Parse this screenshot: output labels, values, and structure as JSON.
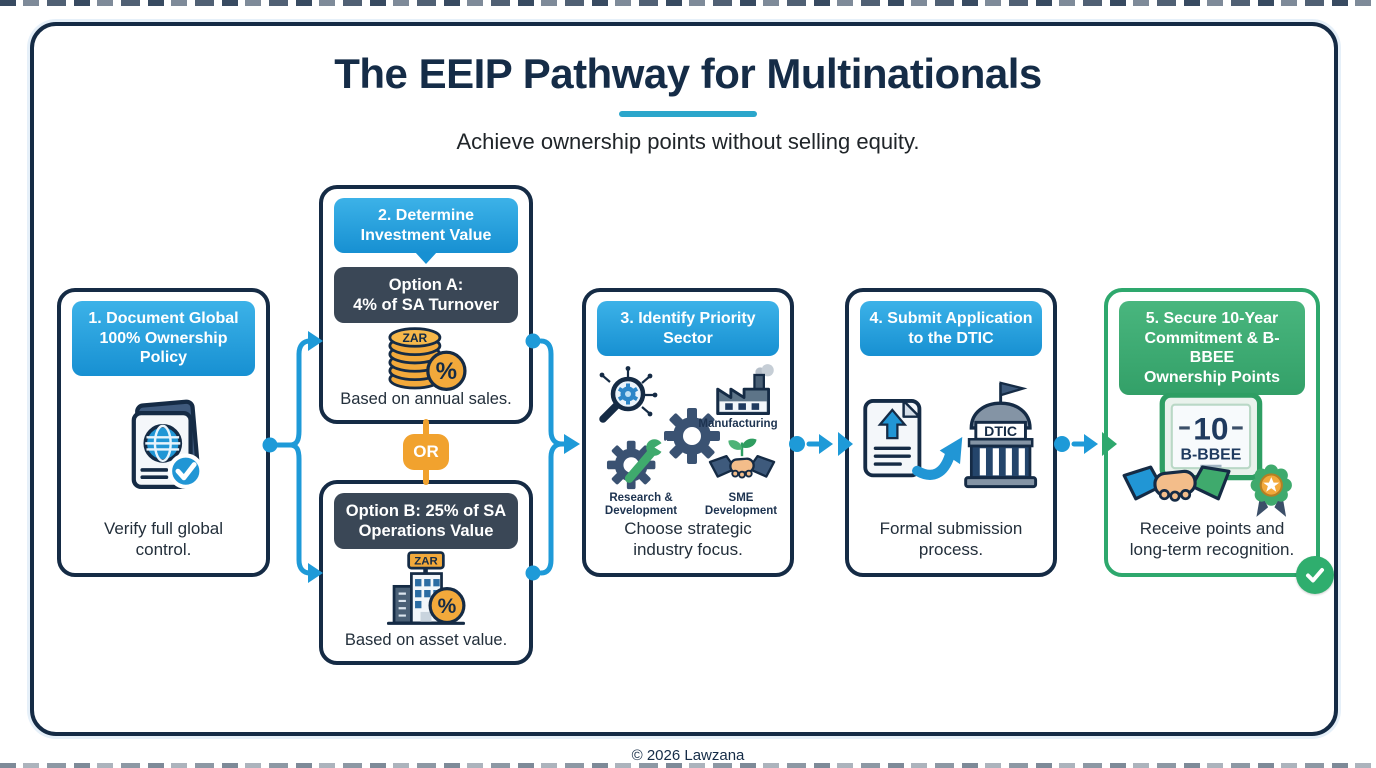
{
  "page": {
    "title": "The EEIP Pathway for Multinationals",
    "subtitle": "Achieve ownership points without selling equity.",
    "footer": "© 2026 Lawzana"
  },
  "colors": {
    "navy": "#152b45",
    "blue": "#1e9ad8",
    "slate": "#3a4756",
    "orange": "#f1a22e",
    "green": "#2ea86d",
    "gold": "#f2a93b"
  },
  "steps": {
    "step1": {
      "title_lines": [
        "1. Document Global",
        "100% Ownership Policy"
      ],
      "caption": "Verify full global control.",
      "icon": "document-globe-check-icon"
    },
    "step2": {
      "title_lines": [
        "2. Determine",
        "Investment Value"
      ],
      "or_label": "OR",
      "option_a": {
        "title_lines": [
          "Option A:",
          "4% of SA Turnover"
        ],
        "caption": "Based on annual sales.",
        "icon": "zar-coin-stack-percent-icon",
        "currency_label": "ZAR",
        "percent_label": "%"
      },
      "option_b": {
        "title_lines": [
          "Option B: 25% of SA",
          "Operations Value"
        ],
        "caption": "Based on asset value.",
        "icon": "zar-building-percent-icon",
        "currency_label": "ZAR",
        "percent_label": "%"
      }
    },
    "step3": {
      "title_lines": [
        "3. Identify Priority",
        "Sector"
      ],
      "caption": "Choose strategic industry focus.",
      "sectors": [
        "Manufacturing",
        "Research & Development",
        "SME Development"
      ],
      "icons": [
        "research-magnifier-icon",
        "factory-icon",
        "gear-icon",
        "wrench-gear-icon",
        "handshake-sprout-icon"
      ]
    },
    "step4": {
      "title_lines": [
        "4. Submit Application",
        "to the DTIC"
      ],
      "caption": "Formal submission process.",
      "building_label": "DTIC",
      "icons": [
        "document-upload-icon",
        "curved-arrow-icon",
        "government-building-icon"
      ]
    },
    "step5": {
      "title_lines": [
        "5. Secure 10-Year",
        "Commitment & B-BBEE",
        "Ownership Points"
      ],
      "caption": "Receive points and long-term recognition.",
      "certificate_value": "10",
      "certificate_label": "B-BBEE",
      "icons": [
        "certificate-icon",
        "handshake-icon",
        "award-rosette-icon",
        "check-circle-icon"
      ]
    }
  }
}
